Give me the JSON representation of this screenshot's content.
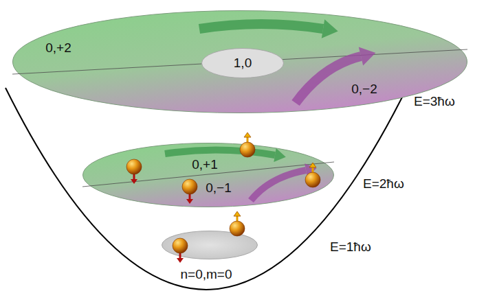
{
  "diagram": {
    "nodes": [
      {
        "text": [
          "0,+2",
          "0,−2"
        ]
      },
      {
        "text": [
          "1,0"
        ],
        "in": 0
      },
      {
        "text": [
          "0,+1",
          "0,−1"
        ]
      },
      {
        "text": [
          "n=0,m=0"
        ]
      }
    ],
    "labels": [
      "E=3ħω",
      "E=2ħω",
      "E=1ħω"
    ]
  }
}
